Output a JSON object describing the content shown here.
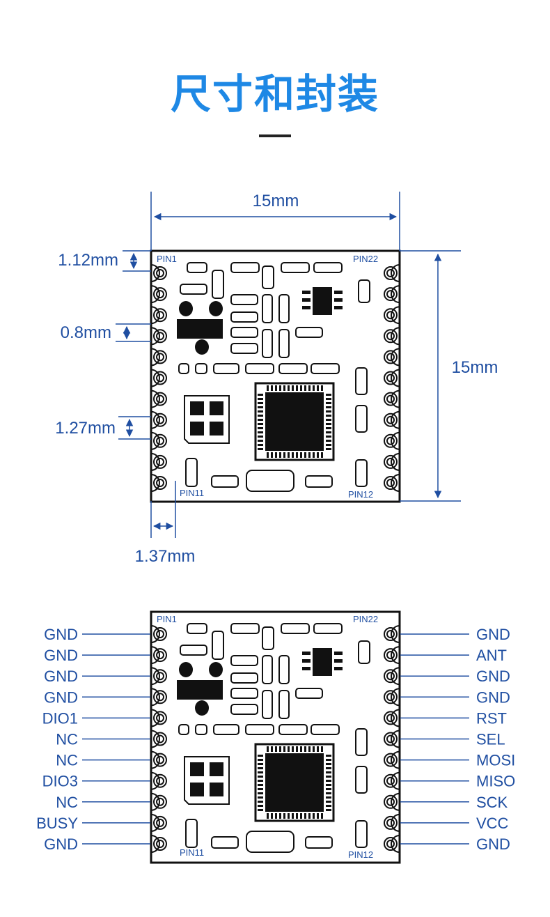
{
  "header": {
    "title": "尺寸和封装"
  },
  "dimensions": {
    "width": "15mm",
    "height": "15mm",
    "top_offset": "1.12mm",
    "pad_width": "0.8mm",
    "pin_pitch": "1.27mm",
    "pad_length": "1.37mm"
  },
  "module_labels": {
    "pin1": "PIN1",
    "pin22": "PIN22",
    "pin11": "PIN11",
    "pin12": "PIN12"
  },
  "pinout": {
    "left": [
      "GND",
      "GND",
      "GND",
      "GND",
      "DIO1",
      "NC",
      "NC",
      "DIO3",
      "NC",
      "BUSY",
      "GND"
    ],
    "right": [
      "GND",
      "ANT",
      "GND",
      "GND",
      "RST",
      "SEL",
      "MOSI",
      "MISO",
      "SCK",
      "VCC",
      "GND"
    ]
  },
  "colors": {
    "accent": "#1e88e5",
    "dimension": "#1f4ea1",
    "module": "#111111"
  }
}
